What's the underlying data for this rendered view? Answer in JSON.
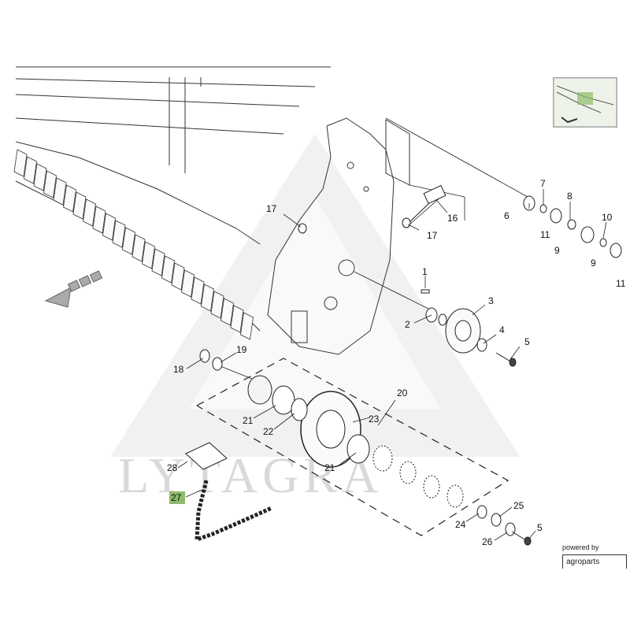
{
  "diagram": {
    "watermark_text": "LYTAGRA",
    "powered_by": "powered by",
    "powered_brand": "agroparts",
    "part_labels": {
      "p1": "1",
      "p2": "2",
      "p3": "3",
      "p4": "4",
      "p5a": "5",
      "p5b": "5",
      "p6": "6",
      "p7": "7",
      "p8": "8",
      "p9a": "9",
      "p9b": "9",
      "p10": "10",
      "p11a": "11",
      "p11b": "11",
      "p16": "16",
      "p17a": "17",
      "p17b": "17",
      "p18": "18",
      "p19": "19",
      "p20": "20",
      "p21a": "21",
      "p21b": "21",
      "p22": "22",
      "p23": "23",
      "p24": "24",
      "p25": "25",
      "p26": "26",
      "p27": "27",
      "p28": "28"
    },
    "highlight_color": "#8dbb6a",
    "highlighted_part": "27"
  }
}
